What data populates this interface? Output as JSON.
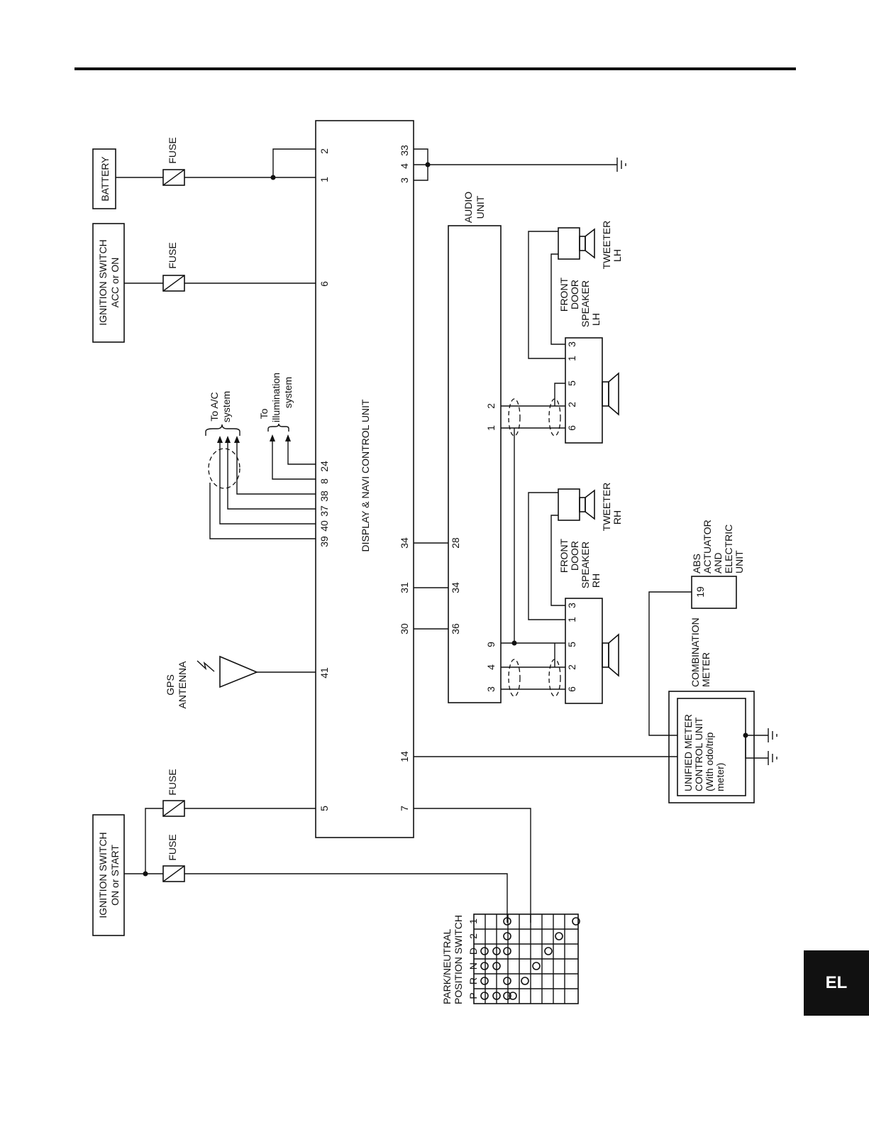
{
  "section_tab": "EL",
  "components": {
    "battery": "BATTERY",
    "ignition_acc": [
      "IGNITION SWITCH",
      "ACC or ON"
    ],
    "ignition_on": [
      "IGNITION SWITCH",
      "ON or START"
    ],
    "fuse": "FUSE",
    "control_unit": "DISPLAY & NAVI CONTROL UNIT",
    "audio_unit": [
      "AUDIO",
      "UNIT"
    ],
    "gps_antenna": [
      "GPS",
      "ANTENNA"
    ],
    "to_ac": [
      "To A/C",
      "system"
    ],
    "to_illum": [
      "To",
      "illumination",
      "system"
    ],
    "speaker_lh": [
      "FRONT",
      "DOOR",
      "SPEAKER",
      "LH"
    ],
    "speaker_rh": [
      "FRONT",
      "DOOR",
      "SPEAKER",
      "RH"
    ],
    "tweeter_lh": [
      "TWEETER",
      "LH"
    ],
    "tweeter_rh": [
      "TWEETER",
      "RH"
    ],
    "abs_unit": [
      "ABS",
      "ACTUATOR",
      "AND",
      "ELECTRIC",
      "UNIT"
    ],
    "combination_meter": [
      "COMBINATION",
      "METER"
    ],
    "unified_meter": [
      "UNIFIED METER",
      "CONTROL UNIT",
      "(With odo/trip",
      "meter)"
    ],
    "park_switch": [
      "PARK/NEUTRAL",
      "POSITION SWITCH"
    ]
  },
  "pins": {
    "cu_top": [
      "2",
      "1",
      "6",
      "39",
      "40",
      "37",
      "38",
      "8",
      "24",
      "41",
      "5"
    ],
    "cu_bottom": [
      "33",
      "4",
      "3",
      "34",
      "31",
      "30",
      "14",
      "7"
    ],
    "audio": [
      "2",
      "1",
      "28",
      "34",
      "36",
      "9",
      "4",
      "3"
    ],
    "speaker": [
      "5",
      "2",
      "6",
      "1",
      "3"
    ],
    "abs": "19"
  },
  "park_switch_table": {
    "columns": [
      "P",
      "R",
      "N",
      "D",
      "2",
      "1"
    ]
  }
}
